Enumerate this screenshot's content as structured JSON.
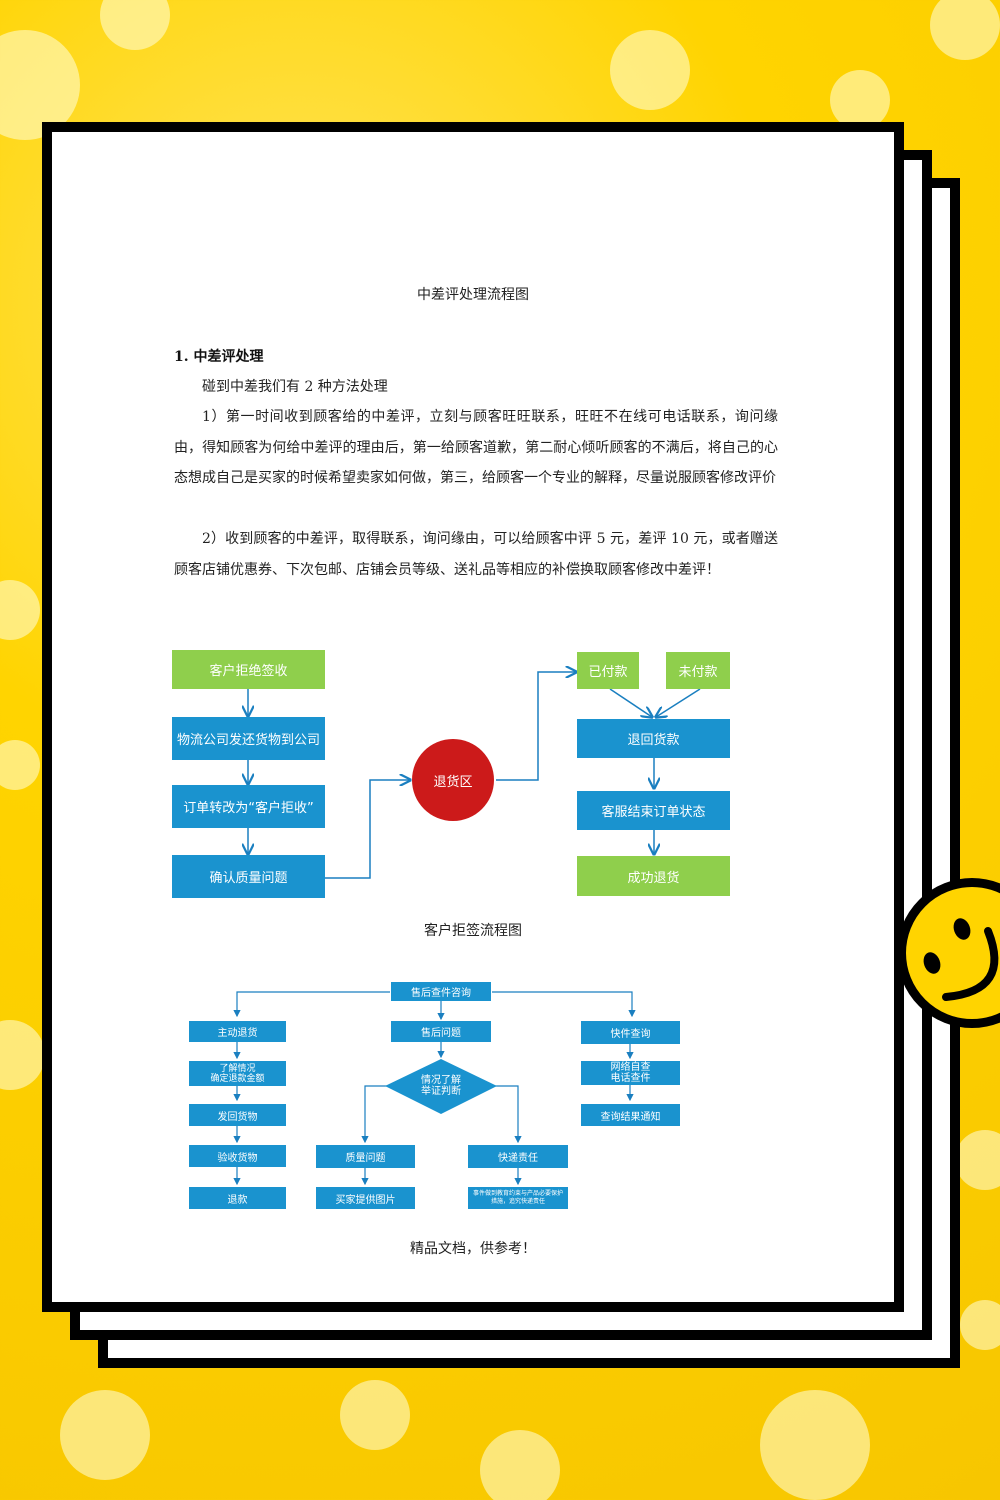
{
  "document": {
    "title": "中差评处理流程图",
    "section_heading": "1.  中差评处理",
    "intro": "碰到中差我们有 2 种方法处理",
    "method1": "1）第一时间收到顾客给的中差评，立刻与顾客旺旺联系，旺旺不在线可电话联系，询问缘由，得知顾客为何给中差评的理由后，第一给顾客道歉，第二耐心倾听顾客的不满后，将自己的心态想成自己是买家的时候希望卖家如何做，第三，给顾客一个专业的解释，尽量说服顾客修改评价",
    "method2": "2）收到顾客的中差评，取得联系，询问缘由，可以给顾客中评 5 元，差评 10 元，或者赠送顾客店铺优惠券、下次包邮、店铺会员等级、送礼品等相应的补偿换取顾客修改中差评！",
    "footer": "精品文档，供参考！"
  },
  "flow1": {
    "caption": "客户拒签流程图",
    "nodes": {
      "refuse": "客户拒绝签收",
      "return_goods": "物流公司发还货物到公司",
      "order_status": "订单转改为“客户拒收”",
      "quality": "确认质量问题",
      "return_area": "退货区",
      "paid": "已付款",
      "unpaid": "未付款",
      "refund": "退回货款",
      "close_order": "客服结束订单状态",
      "success": "成功退货"
    }
  },
  "flow2": {
    "nodes": {
      "consult": "售后查件咨询",
      "active_return": "主动退货",
      "understand": "了解情况\n确定退款金额",
      "send_back": "发回货物",
      "inspect": "验收货物",
      "refund": "退款",
      "after_sale": "售后问题",
      "judge": "情况了解\n举证判断",
      "quality_issue": "质量问题",
      "buyer_photo": "买家提供图片",
      "courier_resp": "快递责任",
      "courier_note": "事件做到教育约束与产品必要保护措施，追究快递责任",
      "express_query": "快件查询",
      "online_check": "网络自查\n电话查件",
      "notify": "查询结果通知"
    }
  },
  "colors": {
    "green": "#8fcf4c",
    "blue": "#1a93cf",
    "red": "#cc1a1a",
    "arrow": "#1a7fc0",
    "background": "#ffd400"
  }
}
